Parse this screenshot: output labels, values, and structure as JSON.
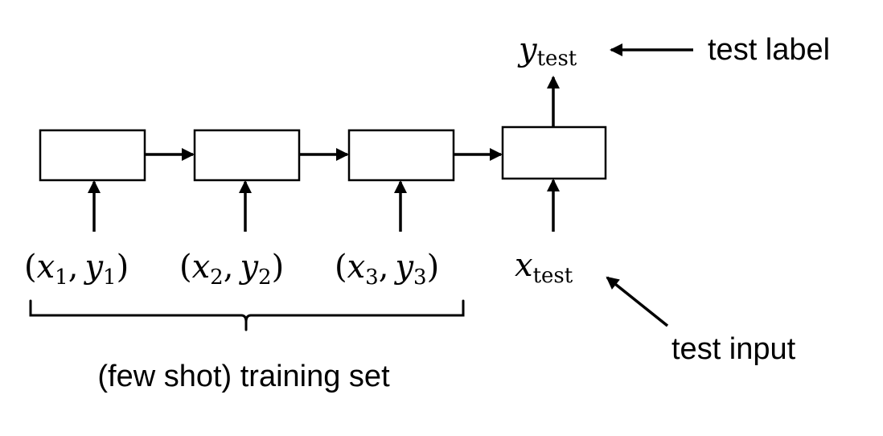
{
  "training_inputs": [
    {
      "open": "(",
      "x": "x",
      "x_sub": "1",
      "comma": ",",
      "y": "y",
      "y_sub": "1",
      "close": ")"
    },
    {
      "open": "(",
      "x": "x",
      "x_sub": "2",
      "comma": ",",
      "y": "y",
      "y_sub": "2",
      "close": ")"
    },
    {
      "open": "(",
      "x": "x",
      "x_sub": "3",
      "comma": ",",
      "y": "y",
      "y_sub": "3",
      "close": ")"
    }
  ],
  "test_input": {
    "var": "x",
    "sub": "test"
  },
  "test_output": {
    "var": "y",
    "sub": "test"
  },
  "labels": {
    "test_label": "test label",
    "test_input": "test input",
    "training_set": "(few shot) training set"
  }
}
